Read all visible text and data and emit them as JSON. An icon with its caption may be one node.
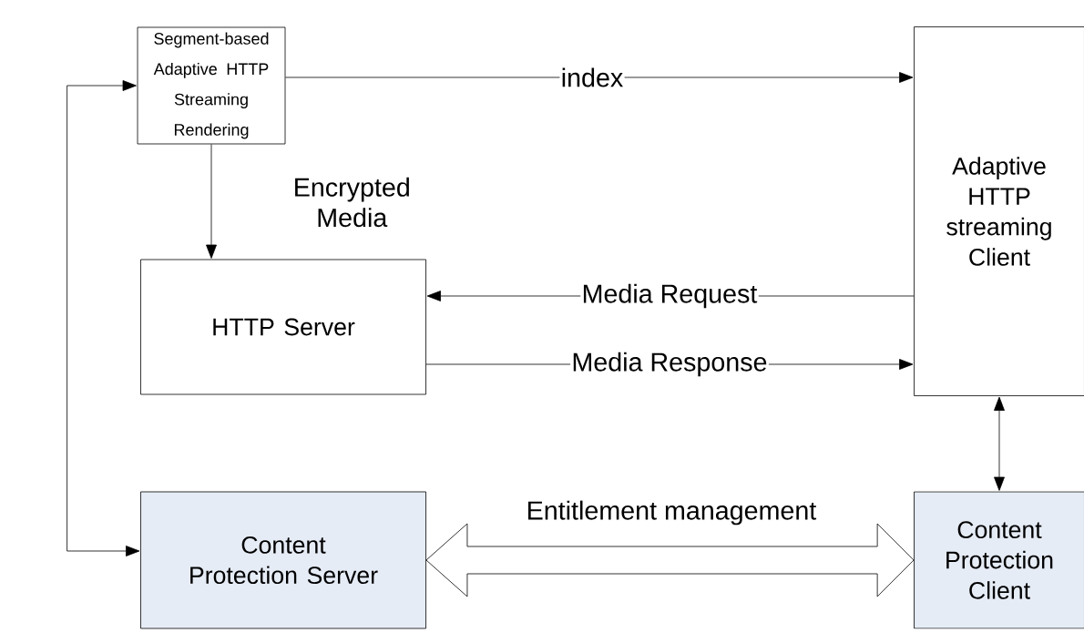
{
  "diagram": {
    "nodes": [
      {
        "text": [
          "Segment-based Adaptive HTTP Streaming Rendering"
        ]
      },
      {
        "text": [
          "Adaptive HTTP streaming Client"
        ]
      },
      {
        "text": [
          "HTTP Server"
        ]
      },
      {
        "text": [
          "Content Protection Server"
        ]
      },
      {
        "text": [
          "Content Protection Client"
        ]
      }
    ],
    "edges": [
      {
        "from": 0,
        "to": 1,
        "arrow": "to",
        "label": "index"
      },
      {
        "from": 0,
        "to": 2,
        "arrow": "to",
        "label": "Encrypted Media"
      },
      {
        "from": 1,
        "to": 2,
        "arrow": "to",
        "label": "Media Request"
      },
      {
        "from": 2,
        "to": 1,
        "arrow": "to",
        "label": "Media Response"
      },
      {
        "from": 1,
        "to": 4,
        "arrow": "both"
      },
      {
        "from": 3,
        "to": 4,
        "arrow": "both",
        "style": "thick",
        "label": "Entitlement management"
      },
      {
        "from": 0,
        "to": 3,
        "arrow": "both"
      }
    ]
  }
}
